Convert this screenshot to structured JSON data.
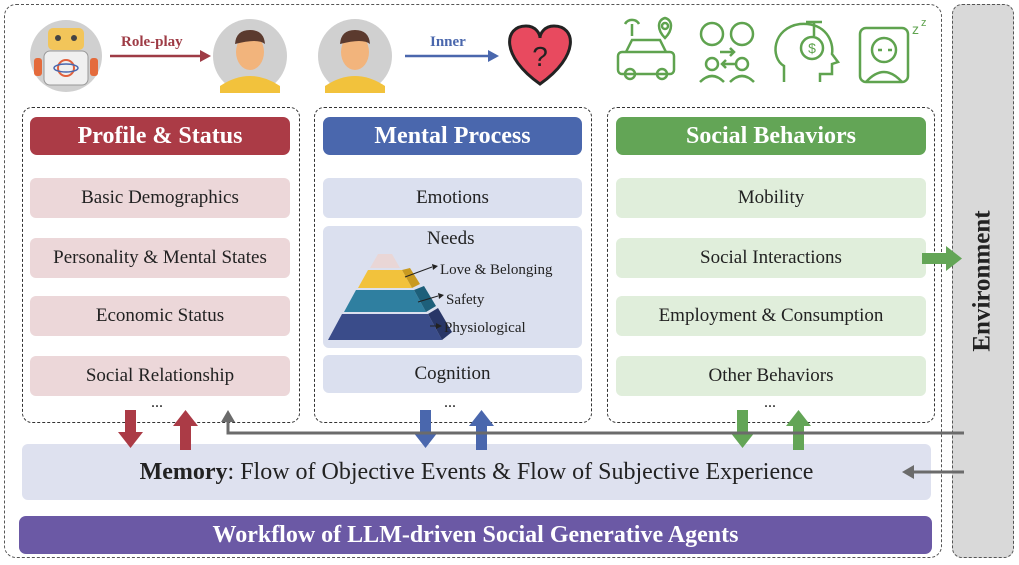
{
  "top": {
    "roleplay_label": "Role-play",
    "inner_label": "Inner",
    "colors": {
      "roleplay": "#9e3b45",
      "inner": "#4a67ad",
      "icons": "#5fa34f"
    }
  },
  "columns": {
    "profile": {
      "title": "Profile & Status",
      "items": [
        "Basic Demographics",
        "Personality & Mental States",
        "Economic Status",
        "Social Relationship"
      ],
      "more": "..."
    },
    "mental": {
      "title": "Mental Process",
      "emotions": "Emotions",
      "needs": "Needs",
      "pyramid": [
        "Love & Belonging",
        "Safety",
        "Physiological"
      ],
      "cognition": "Cognition",
      "more": "..."
    },
    "social": {
      "title": "Social Behaviors",
      "items": [
        "Mobility",
        "Social Interactions",
        "Employment & Consumption",
        "Other Behaviors"
      ],
      "more": "..."
    }
  },
  "memory": {
    "bold": "Memory",
    "rest": ": Flow of Objective Events & Flow of Subjective Experience"
  },
  "workflow": "Workflow of LLM-driven Social Generative Agents",
  "environment": "Environment"
}
